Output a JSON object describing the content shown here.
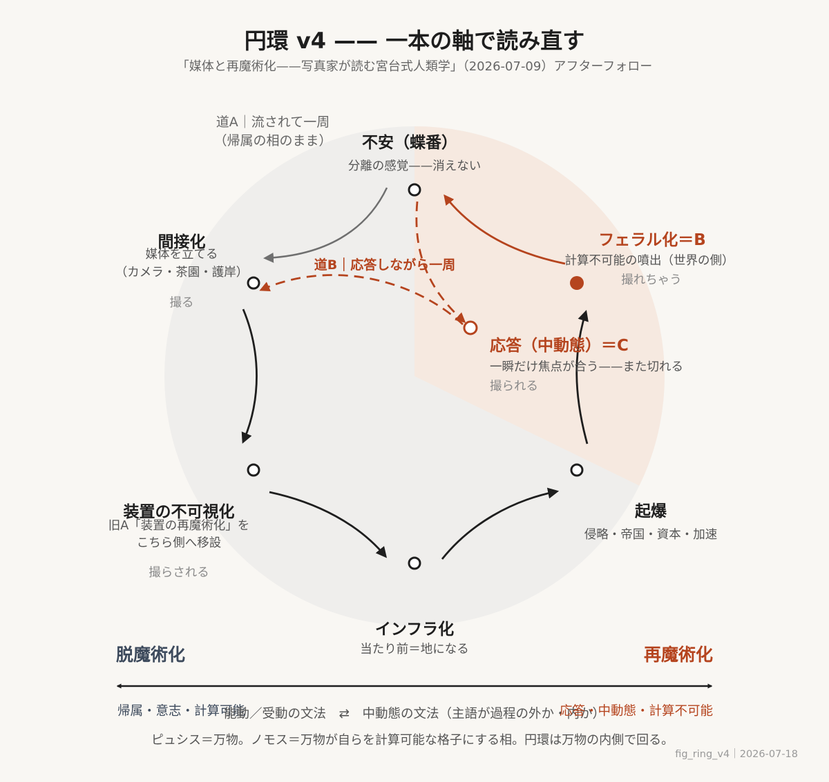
{
  "header": {
    "title": "円環 v4 —— 一本の軸で読み直す",
    "subtitle": "「媒体と再魔術化——写真家が読む宮台式人類学」（2026-07-09）アフターフォロー"
  },
  "nodes": {
    "anxiety": {
      "title": "不安（蝶番）",
      "sub": "分離の感覚——消えない"
    },
    "feral": {
      "title": "フェラル化＝B",
      "sub": "計算不可能の噴出（世界の側）",
      "note": "撮れちゃう"
    },
    "response": {
      "title": "応答（中動態）＝C",
      "sub": "一瞬だけ焦点が合う——また切れる",
      "note": "撮られる"
    },
    "indirect": {
      "title": "間接化",
      "sub1": "媒体を立てる",
      "sub2": "（カメラ・茶園・護岸）",
      "note": "撮る"
    },
    "invisible": {
      "title": "装置の不可視化",
      "sub1": "旧A「装置の再魔術化」を",
      "sub2": "こちら側へ移設",
      "note": "撮らされる"
    },
    "infra": {
      "title": "インフラ化",
      "sub": "当たり前＝地になる"
    },
    "detonation": {
      "title": "起爆",
      "sub": "侵略・帝国・資本・加速"
    }
  },
  "paths": {
    "a_line1": "道A｜流されて一周",
    "a_line2": "（帰属の相のまま）",
    "b": "道B｜応答しながら一周"
  },
  "axis": {
    "left_title": "脱魔術化",
    "right_title": "再魔術化",
    "left_text": "帰属・意志・計算可能",
    "center_text": "能動／受動の文法　⇄　中動態の文法（主語が過程の外か・内か）",
    "right_text": "応答・中動態・計算不可能"
  },
  "footer": {
    "note": "ピュシス＝万物。ノモス＝万物が自らを計算可能な格子にする相。円環は万物の内側で回る。",
    "credit": "fig_ring_v4｜2026-07-18"
  },
  "colors": {
    "background": "#f9f7f3",
    "disc": "#efeeec",
    "accent": "#b5441e",
    "accent_wedge": "#f6e9e0",
    "axis_left": "#3d4a5c",
    "ink": "#1e1e1e"
  }
}
